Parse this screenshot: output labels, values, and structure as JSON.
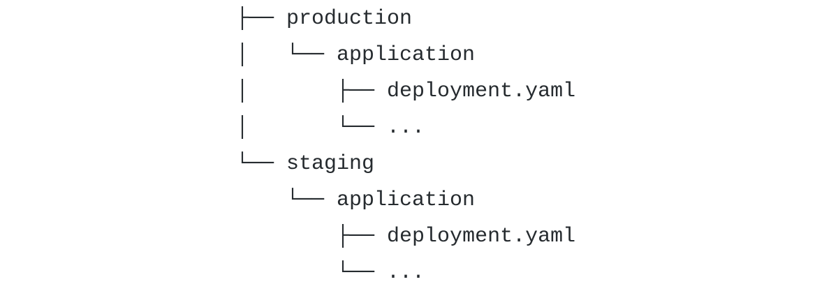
{
  "tree": {
    "lines": [
      {
        "prefix": "├── ",
        "name": "production"
      },
      {
        "prefix": "│   └── ",
        "name": "application"
      },
      {
        "prefix": "│       ├── ",
        "name": "deployment.yaml"
      },
      {
        "prefix": "│       └── ",
        "name": "..."
      },
      {
        "prefix": "└── ",
        "name": "staging"
      },
      {
        "prefix": "    └── ",
        "name": "application"
      },
      {
        "prefix": "        ├── ",
        "name": "deployment.yaml"
      },
      {
        "prefix": "        └── ",
        "name": "..."
      }
    ]
  },
  "colors": {
    "text": "#262b2f",
    "background": "#ffffff"
  }
}
